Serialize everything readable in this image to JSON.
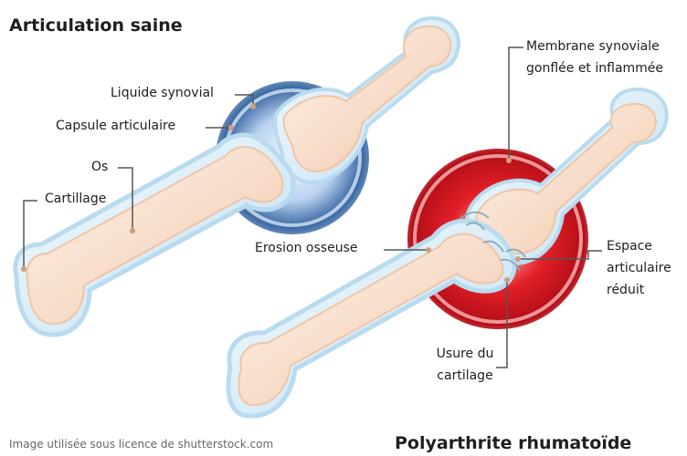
{
  "titles": {
    "healthy": "Articulation saine",
    "disease": "Polyarthrite rhumatoïde"
  },
  "labels": {
    "synovial_fluid": "Liquide synovial",
    "joint_capsule": "Capsule articulaire",
    "bone": "Os",
    "cartilage": "Cartillage",
    "synovial_membrane_line1": "Membrane synoviale",
    "synovial_membrane_line2": "gonflée et inflammée",
    "bone_erosion": "Erosion osseuse",
    "joint_space_line1": "Espace",
    "joint_space_line2": "articulaire",
    "joint_space_line3": "réduit",
    "cartilage_wear_line1": "Usure du",
    "cartilage_wear_line2": "cartilage"
  },
  "credit": "Image utilisée sous licence de shutterstock.com",
  "colors": {
    "bone_fill": "#f7dcc7",
    "bone_edge": "#f1c6a7",
    "cartilage_blue": "#cfe7f7",
    "healthy_capsule": "#4f78b3",
    "inflamed_capsule": "#c9121c",
    "leader_line": "#555555"
  },
  "icons": {
    "healthy_joint": "healthy-joint-illustration",
    "ra_joint": "rheumatoid-joint-illustration"
  }
}
